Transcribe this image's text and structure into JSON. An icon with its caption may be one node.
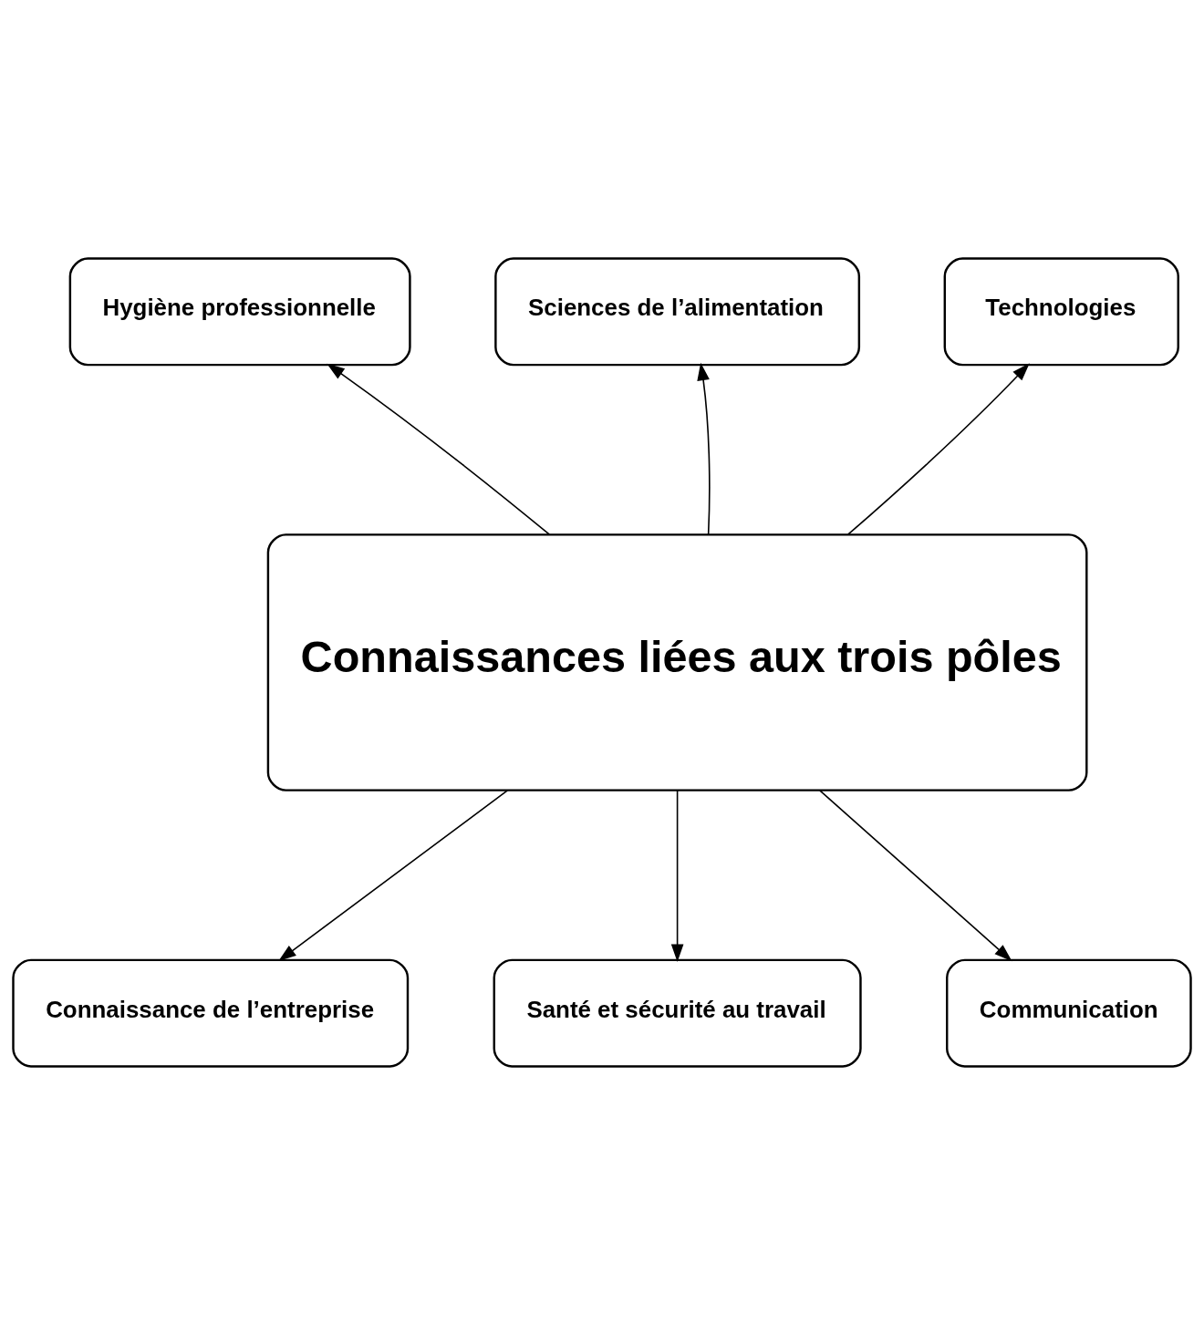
{
  "diagram": {
    "nodes": [
      {
        "text": [
          "Connaissances liées aux trois pôles"
        ]
      },
      {
        "text": [
          "Hygiène professionnelle"
        ]
      },
      {
        "text": [
          "Sciences de l’alimentation"
        ]
      },
      {
        "text": [
          "Technologies"
        ]
      },
      {
        "text": [
          "Connaissance de l’entreprise"
        ]
      },
      {
        "text": [
          "Santé et sécurité au travail"
        ]
      },
      {
        "text": [
          "Communication"
        ]
      }
    ],
    "edges": [
      {
        "from": 0,
        "to": 1,
        "arrow": "to"
      },
      {
        "from": 0,
        "to": 2,
        "arrow": "to"
      },
      {
        "from": 0,
        "to": 3,
        "arrow": "to"
      },
      {
        "from": 0,
        "to": 4,
        "arrow": "to"
      },
      {
        "from": 0,
        "to": 5,
        "arrow": "to"
      },
      {
        "from": 0,
        "to": 6,
        "arrow": "to"
      }
    ]
  }
}
